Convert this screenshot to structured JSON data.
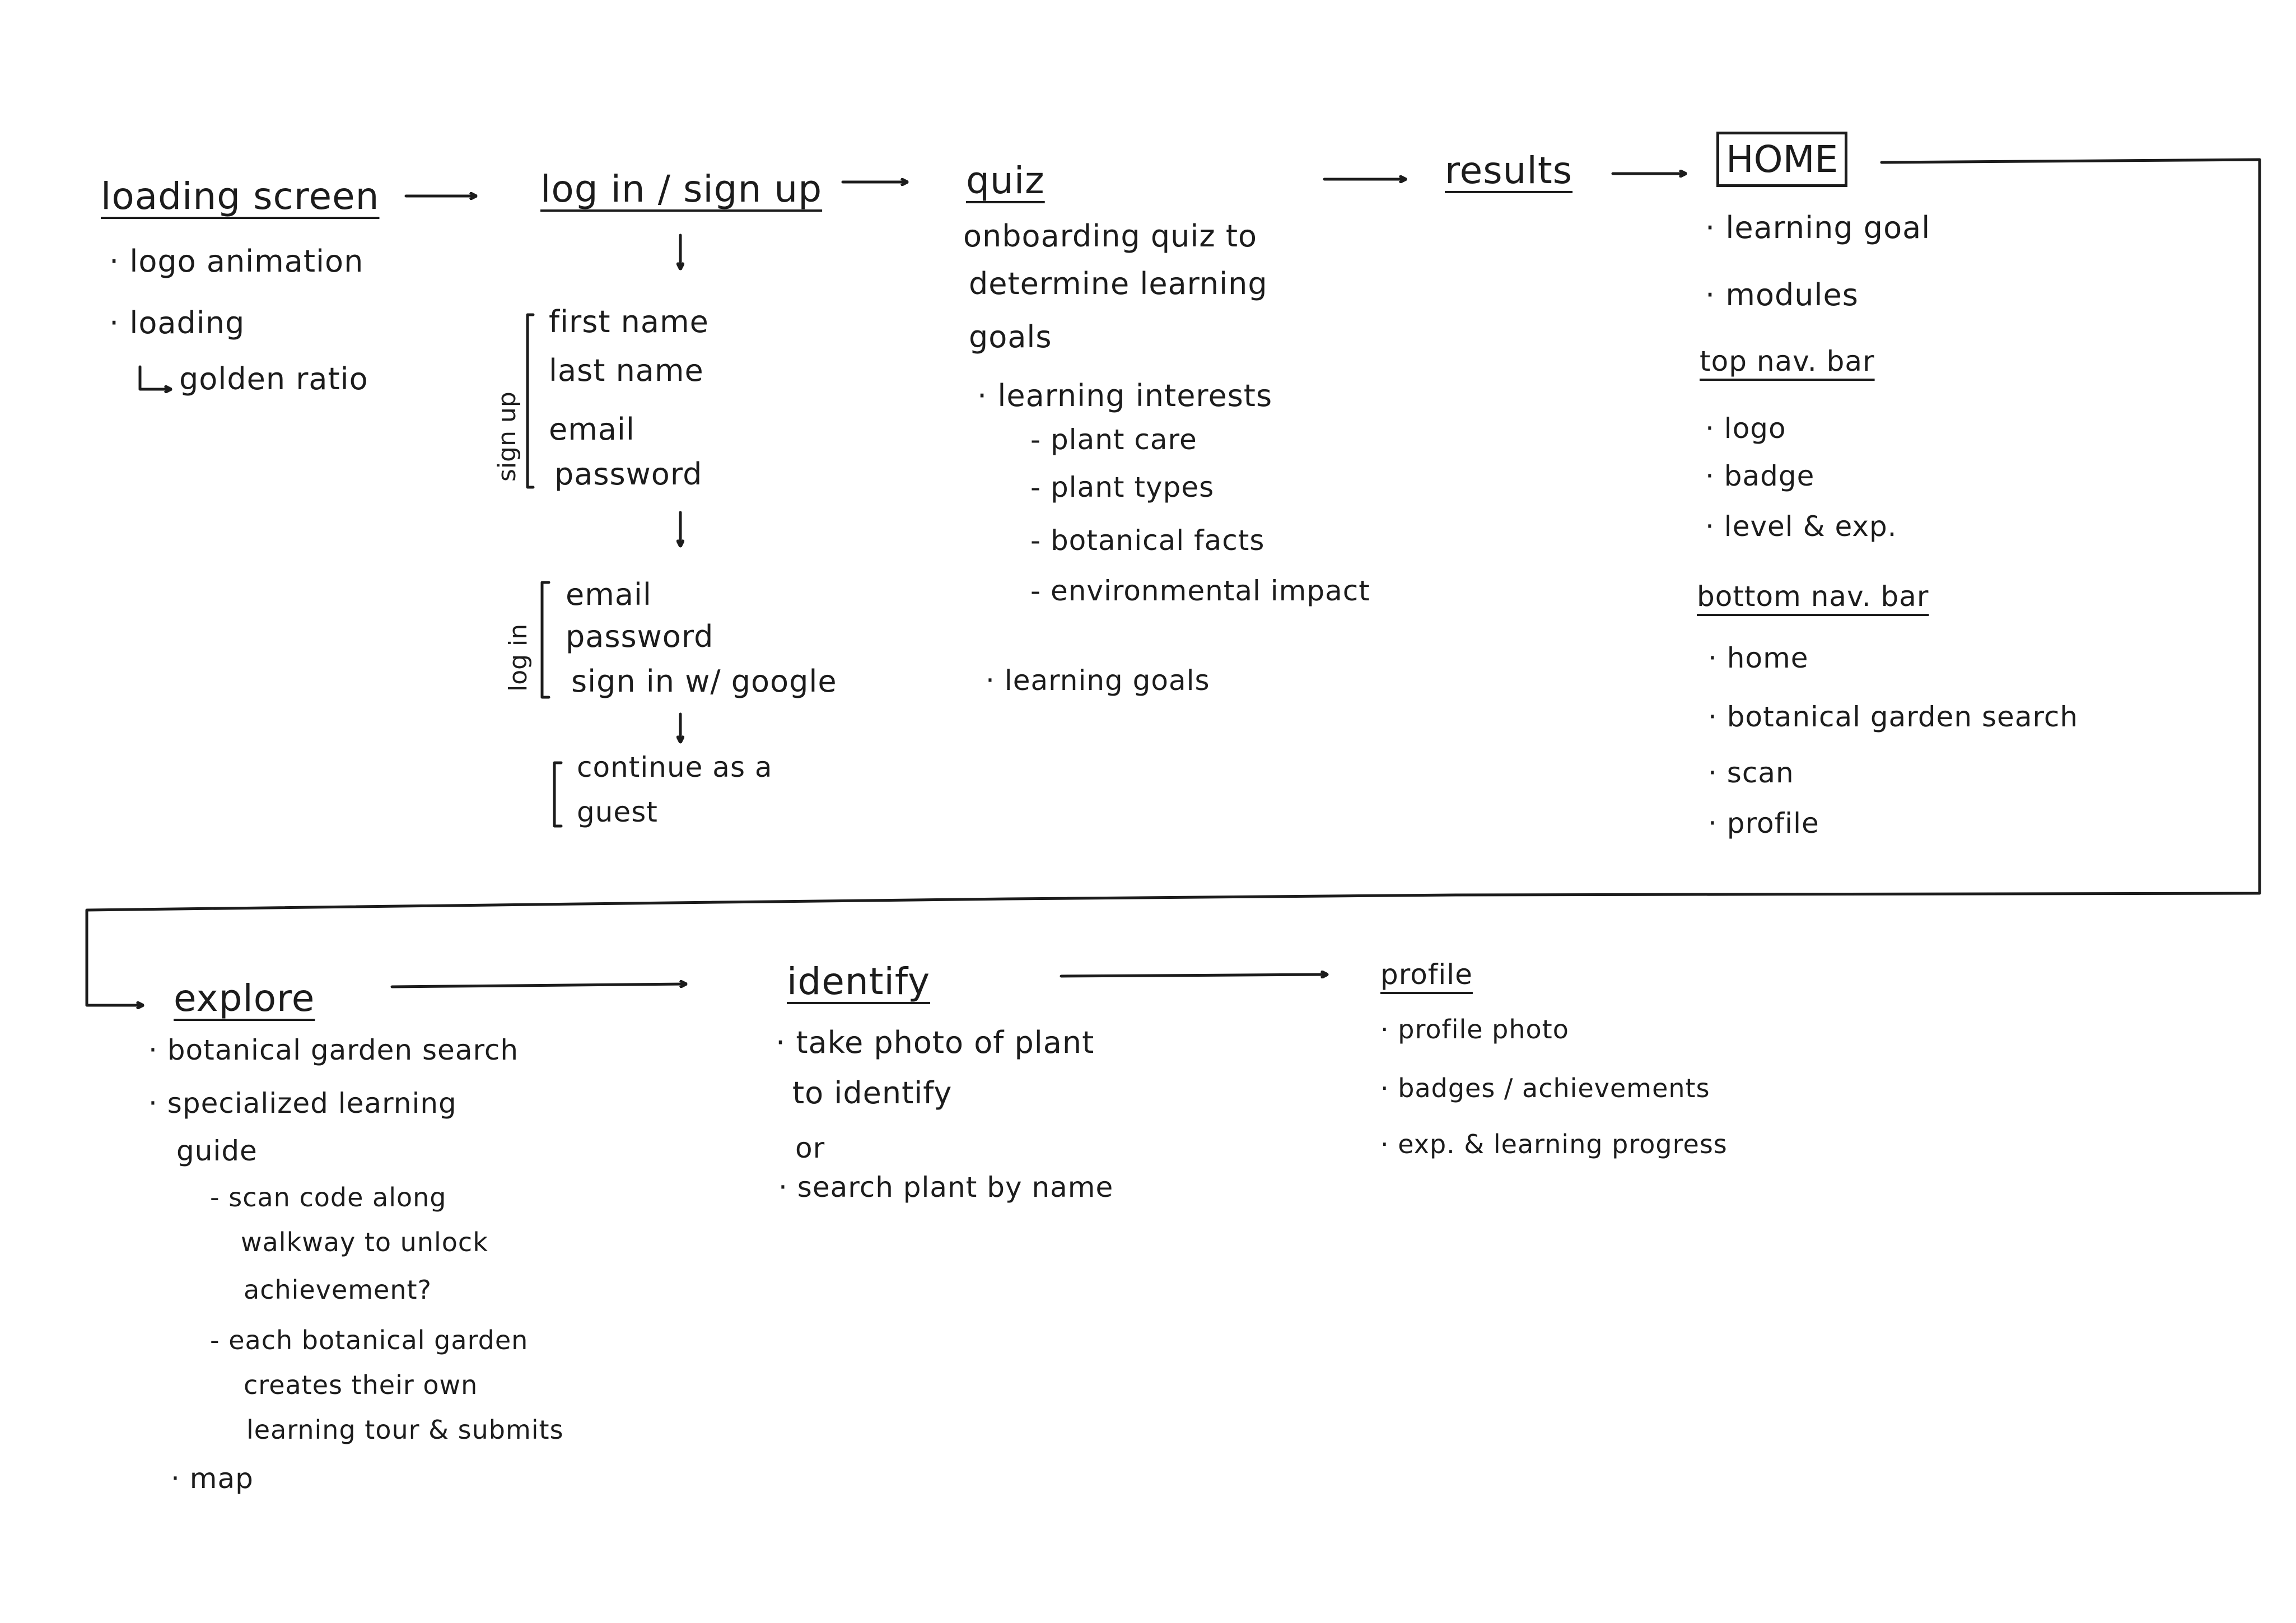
{
  "loading": {
    "title": "loading screen",
    "item1": "logo animation",
    "item2": "loading",
    "sub": "golden ratio"
  },
  "login": {
    "title": "log in / sign up",
    "signup_label": "sign up",
    "signup_fields": [
      "first name",
      "last name",
      "email",
      "password"
    ],
    "login_label": "log in",
    "login_fields": [
      "email",
      "password",
      "sign in w/ google"
    ],
    "guest_line1": "continue as a",
    "guest_line2": "guest"
  },
  "quiz": {
    "title": "quiz",
    "desc_line1": "onboarding quiz to",
    "desc_line2": "determine learning",
    "desc_line3": "goals",
    "interests": "learning interests",
    "interest_items": [
      "plant care",
      "plant types",
      "botanical facts",
      "environmental impact"
    ],
    "goals": "learning goals"
  },
  "results": {
    "title": "results"
  },
  "home": {
    "title": "HOME",
    "items": [
      "learning goal",
      "modules"
    ],
    "top_nav_title": "top nav. bar",
    "top_nav_items": [
      "logo",
      "badge",
      "level & exp."
    ],
    "bottom_nav_title": "bottom nav. bar",
    "bottom_nav_items": [
      "home",
      "botanical garden search",
      "scan",
      "profile"
    ]
  },
  "explore": {
    "title": "explore",
    "item1": "botanical garden search",
    "item2_line1": "specialized learning",
    "item2_line2": "guide",
    "sub1_line1": "scan code along",
    "sub1_line2": "walkway to unlock",
    "sub1_line3": "achievement?",
    "sub2_line1": "each botanical garden",
    "sub2_line2": "creates their own",
    "sub2_line3": "learning tour & submits",
    "item3": "map"
  },
  "identify": {
    "title": "identify",
    "item1_line1": "take photo of plant",
    "item1_line2": "to identify",
    "or": "or",
    "item2": "search plant by name"
  },
  "profile": {
    "title": "profile",
    "items": [
      "profile photo",
      "badges / achievements",
      "exp. & learning progress"
    ]
  },
  "colors": {
    "ink": "#1c1c1c",
    "paper": "#ffffff"
  }
}
